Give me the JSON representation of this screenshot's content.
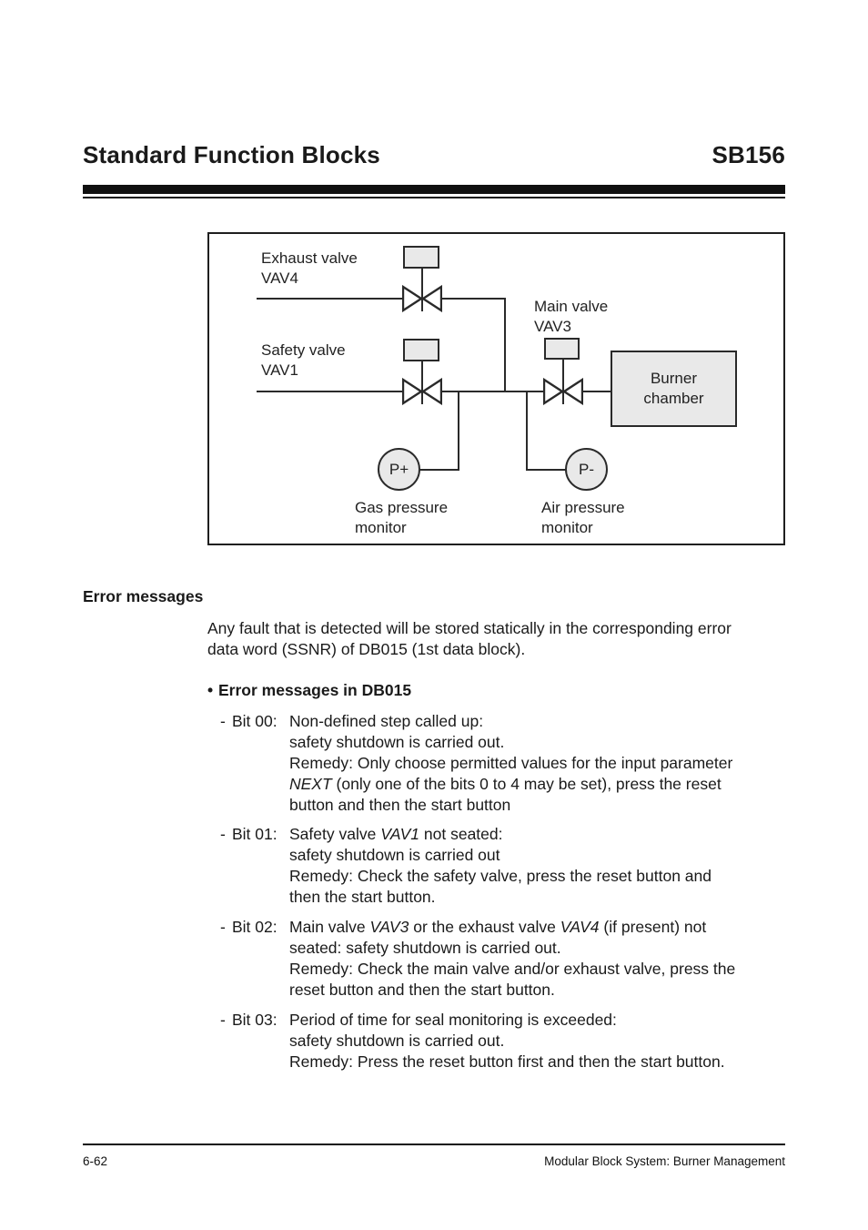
{
  "header": {
    "title": "Standard Function Blocks",
    "code": "SB156"
  },
  "diagram": {
    "labels": {
      "exhaust_valve": "Exhaust valve\nVAV4",
      "safety_valve": "Safety valve\nVAV1",
      "main_valve": "Main valve\nVAV3",
      "burner_chamber": "Burner\nchamber",
      "gas_monitor": "Gas pressure\nmonitor",
      "air_monitor": "Air pressure\nmonitor",
      "gauge_plus": "P+",
      "gauge_minus": "P-"
    },
    "colors": {
      "fill_gray": "#e9e9e9",
      "line": "#2a2a2a"
    }
  },
  "error_section": {
    "heading": "Error messages",
    "intro": "Any fault that is detected will be stored statically in the corresponding error\ndata word (SSNR) of DB015 (1st data block).",
    "bullet": "•",
    "subheading": "Error messages in DB015",
    "bits": [
      {
        "dash": "-",
        "label": "Bit 00:",
        "lines": [
          [
            {
              "t": "Non-defined step called up:"
            }
          ],
          [
            {
              "t": "safety shutdown is carried out."
            }
          ],
          [
            {
              "t": "Remedy: Only choose permitted values for the input parameter"
            }
          ],
          [
            {
              "t": "NEXT",
              "i": true
            },
            {
              "t": " (only one of the bits 0 to 4 may be set), press the reset"
            }
          ],
          [
            {
              "t": "button and then the start button"
            }
          ]
        ]
      },
      {
        "dash": "-",
        "label": "Bit 01:",
        "lines": [
          [
            {
              "t": "Safety valve "
            },
            {
              "t": "VAV1",
              "i": true
            },
            {
              "t": " not seated:"
            }
          ],
          [
            {
              "t": "safety shutdown is carried out"
            }
          ],
          [
            {
              "t": "Remedy: Check the safety valve, press the reset button and"
            }
          ],
          [
            {
              "t": "then the start button."
            }
          ]
        ]
      },
      {
        "dash": "-",
        "label": "Bit 02:",
        "lines": [
          [
            {
              "t": "Main valve "
            },
            {
              "t": "VAV3",
              "i": true
            },
            {
              "t": " or the exhaust valve "
            },
            {
              "t": "VAV4",
              "i": true
            },
            {
              "t": " (if present) not"
            }
          ],
          [
            {
              "t": "seated: safety shutdown is carried out."
            }
          ],
          [
            {
              "t": "Remedy: Check the main valve and/or exhaust valve, press the"
            }
          ],
          [
            {
              "t": "reset button and then the start button."
            }
          ]
        ]
      },
      {
        "dash": "-",
        "label": "Bit 03:",
        "lines": [
          [
            {
              "t": "Period of time for seal monitoring is exceeded:"
            }
          ],
          [
            {
              "t": "safety shutdown is carried out."
            }
          ],
          [
            {
              "t": "Remedy: Press the reset button first and then the start button."
            }
          ]
        ]
      }
    ]
  },
  "footer": {
    "page_number": "6-62",
    "doc_title": "Modular Block System: Burner Management"
  }
}
